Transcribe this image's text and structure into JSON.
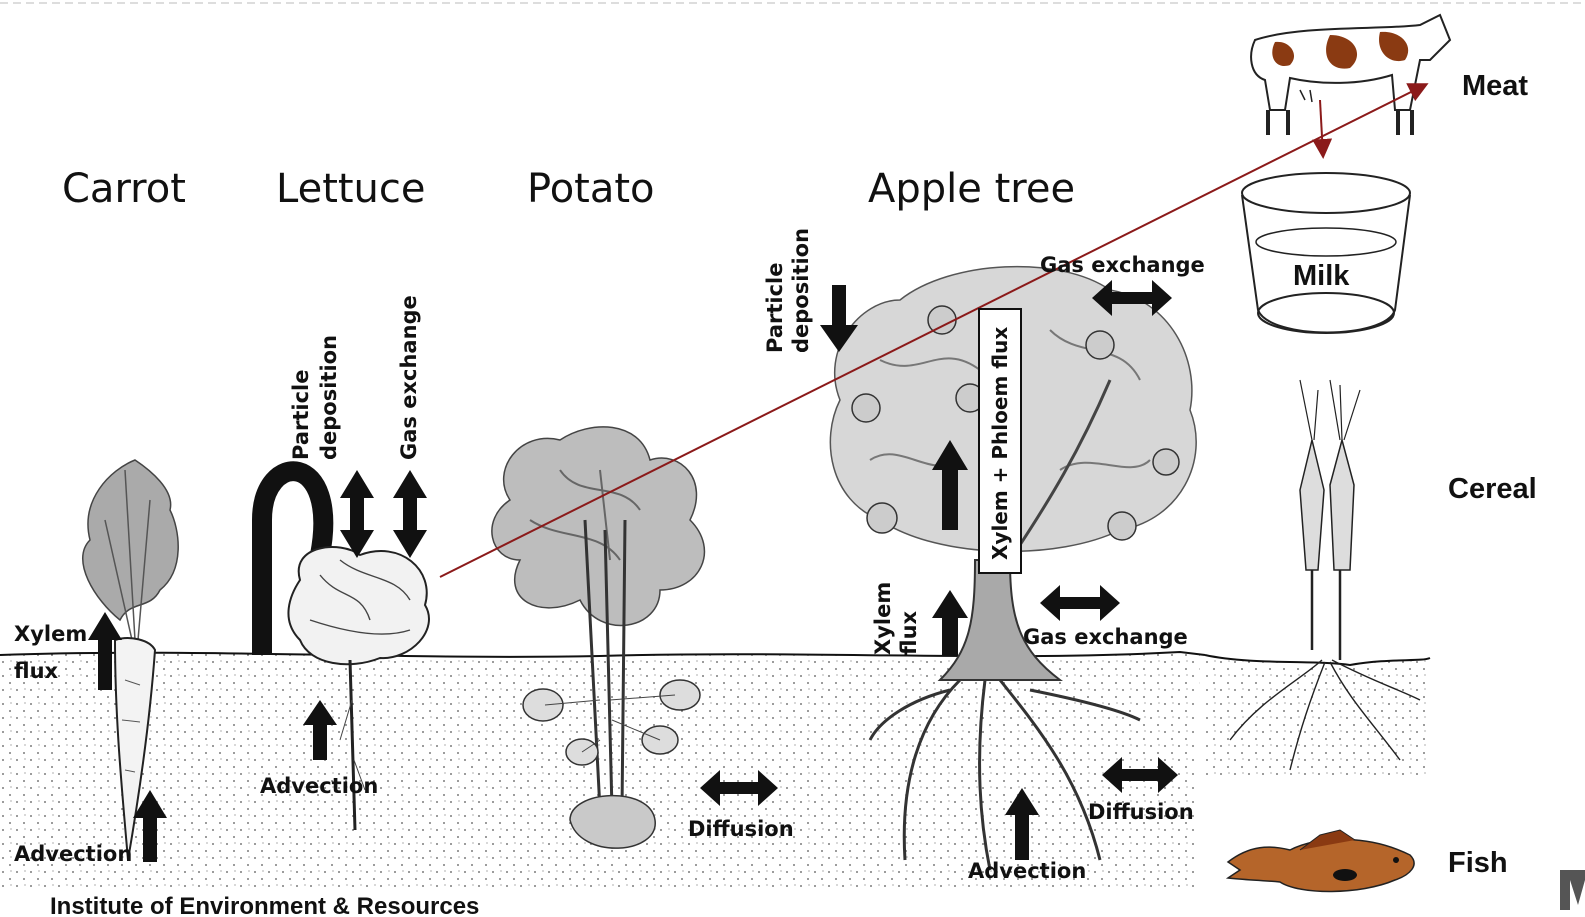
{
  "plants": {
    "carrot": "Carrot",
    "lettuce": "Lettuce",
    "potato": "Potato",
    "apple_tree": "Apple tree"
  },
  "processes": {
    "particle_deposition": "Particle deposition",
    "particle": "Particle",
    "deposition": "deposition",
    "gas_exchange": "Gas exchange",
    "xylem": "Xylem",
    "flux": "flux",
    "xylem_phloem_flux": "Xylem + Phloem flux",
    "advection": "Advection",
    "diffusion": "Diffusion"
  },
  "products": {
    "meat": "Meat",
    "milk": "Milk",
    "cereal": "Cereal",
    "fish": "Fish"
  },
  "footer": "Institute of Environment & Resources",
  "colors": {
    "pathway_arrow": "#8b1a1a",
    "cow_patches": "#8a3a12",
    "fish_body": "#b5652a"
  }
}
